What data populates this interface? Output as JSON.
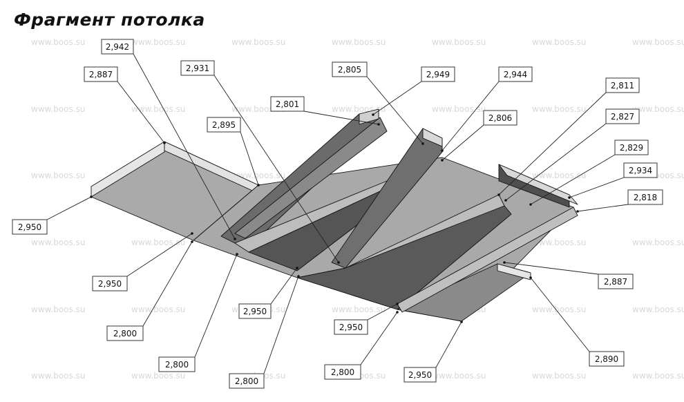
{
  "title": "Фрагмент потолка",
  "watermark": "www.boos.su",
  "colors": {
    "face": "#aaaaaa",
    "face_light": "#bdbdbd",
    "face_dark": "#6b6b6b",
    "face_darker": "#4f4f4f",
    "side_light": "#e6e6e6",
    "edge": "#111111"
  },
  "elevations": [
    {
      "id": "e1",
      "text": "2,942"
    },
    {
      "id": "e2",
      "text": "2,887"
    },
    {
      "id": "e3",
      "text": "2,931"
    },
    {
      "id": "e4",
      "text": "2,805"
    },
    {
      "id": "e5",
      "text": "2,949"
    },
    {
      "id": "e6",
      "text": "2,944"
    },
    {
      "id": "e7",
      "text": "2,801"
    },
    {
      "id": "e8",
      "text": "2,895"
    },
    {
      "id": "e9",
      "text": "2,806"
    },
    {
      "id": "e10",
      "text": "2,811"
    },
    {
      "id": "e11",
      "text": "2,827"
    },
    {
      "id": "e12",
      "text": "2,829"
    },
    {
      "id": "e13",
      "text": "2,934"
    },
    {
      "id": "e14",
      "text": "2,818"
    },
    {
      "id": "e15",
      "text": "2,950"
    },
    {
      "id": "e16",
      "text": "2,950"
    },
    {
      "id": "e17",
      "text": "2,800"
    },
    {
      "id": "e18",
      "text": "2,950"
    },
    {
      "id": "e19",
      "text": "2,800"
    },
    {
      "id": "e20",
      "text": "2,800"
    },
    {
      "id": "e21",
      "text": "2,950"
    },
    {
      "id": "e22",
      "text": "2,800"
    },
    {
      "id": "e23",
      "text": "2,950"
    },
    {
      "id": "e24",
      "text": "2,887"
    },
    {
      "id": "e25",
      "text": "2,890"
    }
  ]
}
